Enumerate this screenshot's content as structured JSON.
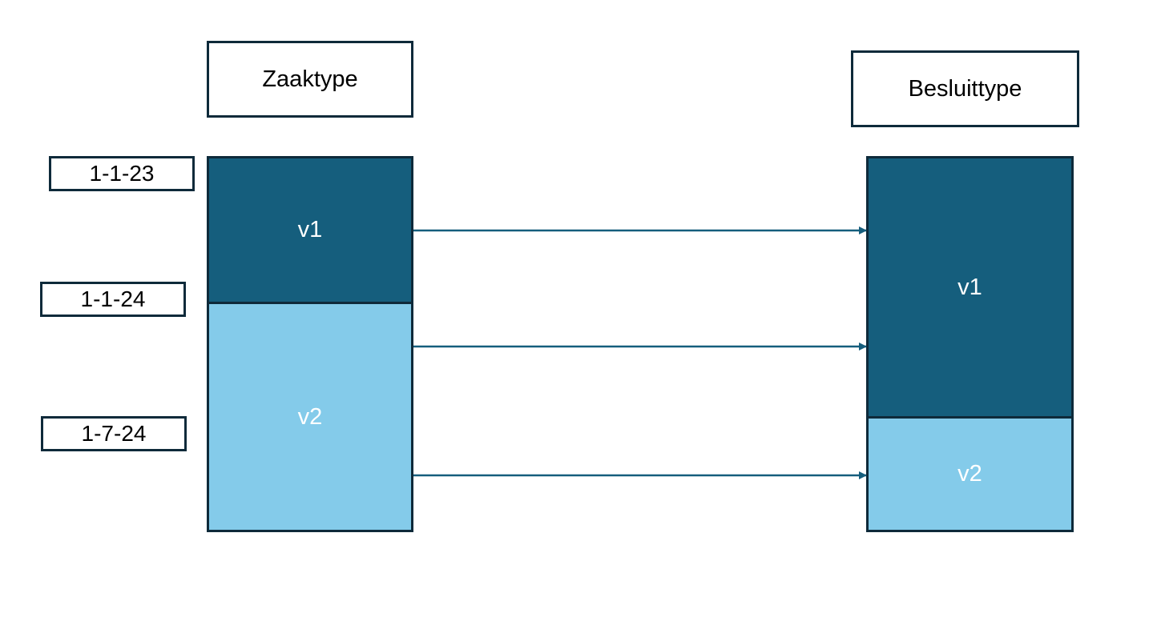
{
  "headers": {
    "zaaktype": "Zaaktype",
    "besluittype": "Besluittype"
  },
  "dates": [
    "1-1-23",
    "1-1-24",
    "1-7-24"
  ],
  "zaaktype_versions": [
    {
      "label": "v1",
      "shade": "dark"
    },
    {
      "label": "v2",
      "shade": "light"
    }
  ],
  "besluittype_versions": [
    {
      "label": "v1",
      "shade": "dark"
    },
    {
      "label": "v2",
      "shade": "light"
    }
  ],
  "colors": {
    "dark_version": "#155e7d",
    "light_version": "#84cbea",
    "border": "#0e2a3a",
    "arrow": "#155e7d"
  }
}
